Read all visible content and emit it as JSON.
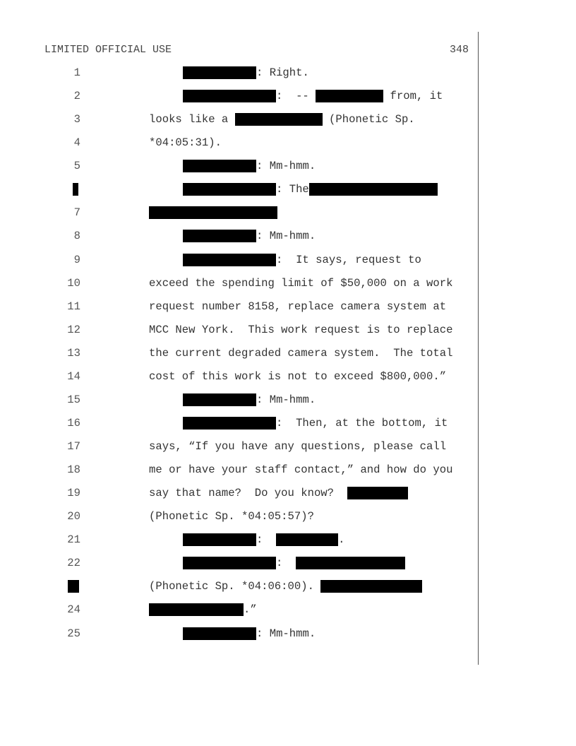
{
  "header": {
    "classification": "LIMITED OFFICIAL USE",
    "page_number": "348"
  },
  "lines": [
    {
      "n": "1",
      "t": [
        ": Right."
      ]
    },
    {
      "n": "2",
      "t": [
        ":  -- ",
        " from, it"
      ]
    },
    {
      "n": "3",
      "t": [
        "looks like a ",
        " (Phonetic Sp."
      ]
    },
    {
      "n": "4",
      "t": [
        "*04:05:31)."
      ]
    },
    {
      "n": "5",
      "t": [
        ": Mm-hmm."
      ]
    },
    {
      "n": "",
      "t": [
        ": The"
      ]
    },
    {
      "n": "7",
      "t": []
    },
    {
      "n": "8",
      "t": [
        ": Mm-hmm."
      ]
    },
    {
      "n": "9",
      "t": [
        ":  It says, request to"
      ]
    },
    {
      "n": "10",
      "t": [
        "exceed the spending limit of $50,000 on a work"
      ]
    },
    {
      "n": "11",
      "t": [
        "request number 8158, replace camera system at"
      ]
    },
    {
      "n": "12",
      "t": [
        "MCC New York.  This work request is to replace"
      ]
    },
    {
      "n": "13",
      "t": [
        "the current degraded camera system.  The total"
      ]
    },
    {
      "n": "14",
      "t": [
        "cost of this work is not to exceed $800,000.”"
      ]
    },
    {
      "n": "15",
      "t": [
        ": Mm-hmm."
      ]
    },
    {
      "n": "16",
      "t": [
        ":  Then, at the bottom, it"
      ]
    },
    {
      "n": "17",
      "t": [
        "says, “If you have any questions, please call"
      ]
    },
    {
      "n": "18",
      "t": [
        "me or have your staff contact,” and how do you"
      ]
    },
    {
      "n": "19",
      "t": [
        "say that name?  Do you know?  "
      ]
    },
    {
      "n": "20",
      "t": [
        "(Phonetic Sp. *04:05:57)?"
      ]
    },
    {
      "n": "21",
      "t": [
        ":  ",
        "."
      ]
    },
    {
      "n": "22",
      "t": [
        ":  "
      ]
    },
    {
      "n": "",
      "t": [
        "(Phonetic Sp. *04:06:00). "
      ]
    },
    {
      "n": "24",
      "t": [
        ".”"
      ]
    },
    {
      "n": "25",
      "t": [
        ": Mm-hmm."
      ]
    }
  ]
}
